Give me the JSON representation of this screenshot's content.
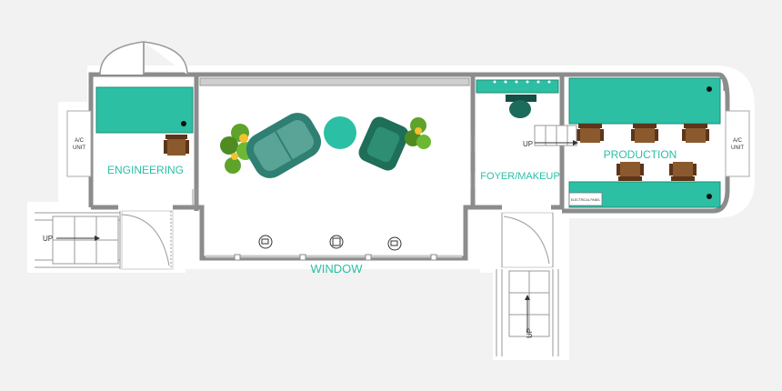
{
  "colors": {
    "teal": "#2bbfa5",
    "teal_dark": "#1f8c78",
    "desk_teal": "#2cbfa3",
    "wall": "#8c8c8c",
    "wall_light": "#bfbfbf",
    "chair_brown": "#7a4b24",
    "plant_green": "#5ea32a",
    "sofa_teal": "#3b8f80"
  },
  "rooms": {
    "engineering": "ENGINEERING",
    "foyer": "FOYER/MAKEUP",
    "production": "PRODUCTION",
    "window": "WINDOW"
  },
  "units": {
    "ac_left_line1": "A/C",
    "ac_left_line2": "UNIT",
    "ac_right_line1": "A/C",
    "ac_right_line2": "UNIT"
  },
  "labels": {
    "electrical_panel": "ELECTRICAL PANEL",
    "stairs_up_left": "UP",
    "stairs_up_production": "UP",
    "stairs_up_bottom": "UP"
  },
  "icons": {
    "camera": "camera-icon",
    "plant": "plant-icon",
    "chair": "chair-icon",
    "sofa": "sofa-icon",
    "armchair": "armchair-icon",
    "table": "round-table-icon"
  }
}
